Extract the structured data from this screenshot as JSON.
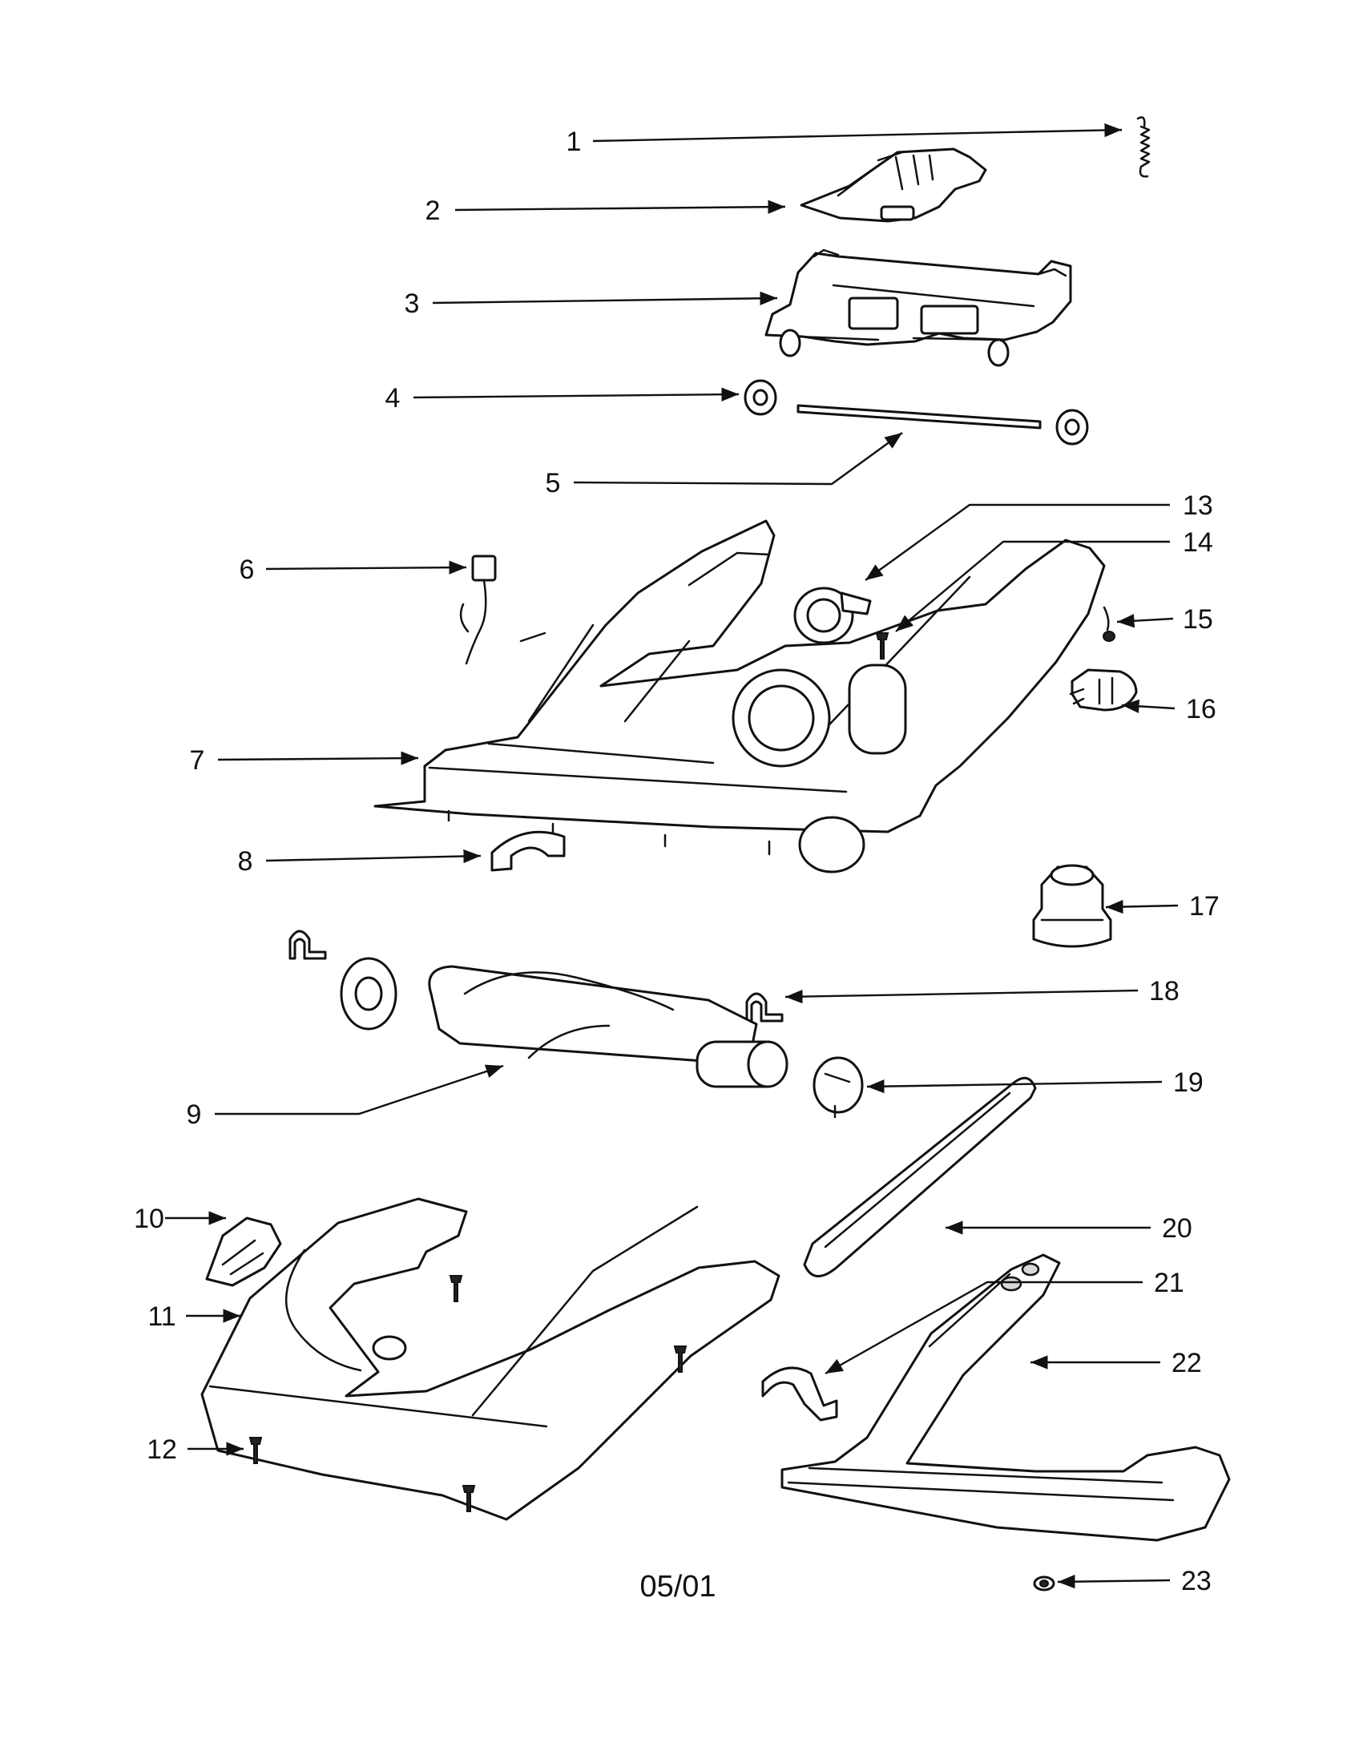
{
  "diagram": {
    "date_code": "05/01",
    "callouts": [
      {
        "id": "c1",
        "label": "1"
      },
      {
        "id": "c2",
        "label": "2"
      },
      {
        "id": "c3",
        "label": "3"
      },
      {
        "id": "c4",
        "label": "4"
      },
      {
        "id": "c5",
        "label": "5"
      },
      {
        "id": "c6",
        "label": "6"
      },
      {
        "id": "c7",
        "label": "7"
      },
      {
        "id": "c8",
        "label": "8"
      },
      {
        "id": "c9",
        "label": "9"
      },
      {
        "id": "c10",
        "label": "10"
      },
      {
        "id": "c11",
        "label": "11"
      },
      {
        "id": "c12",
        "label": "12"
      },
      {
        "id": "c13",
        "label": "13"
      },
      {
        "id": "c14",
        "label": "14"
      },
      {
        "id": "c15",
        "label": "15"
      },
      {
        "id": "c16",
        "label": "16"
      },
      {
        "id": "c17",
        "label": "17"
      },
      {
        "id": "c18",
        "label": "18"
      },
      {
        "id": "c19",
        "label": "19"
      },
      {
        "id": "c20",
        "label": "20"
      },
      {
        "id": "c21",
        "label": "21"
      },
      {
        "id": "c22",
        "label": "22"
      },
      {
        "id": "c23",
        "label": "23"
      }
    ]
  }
}
